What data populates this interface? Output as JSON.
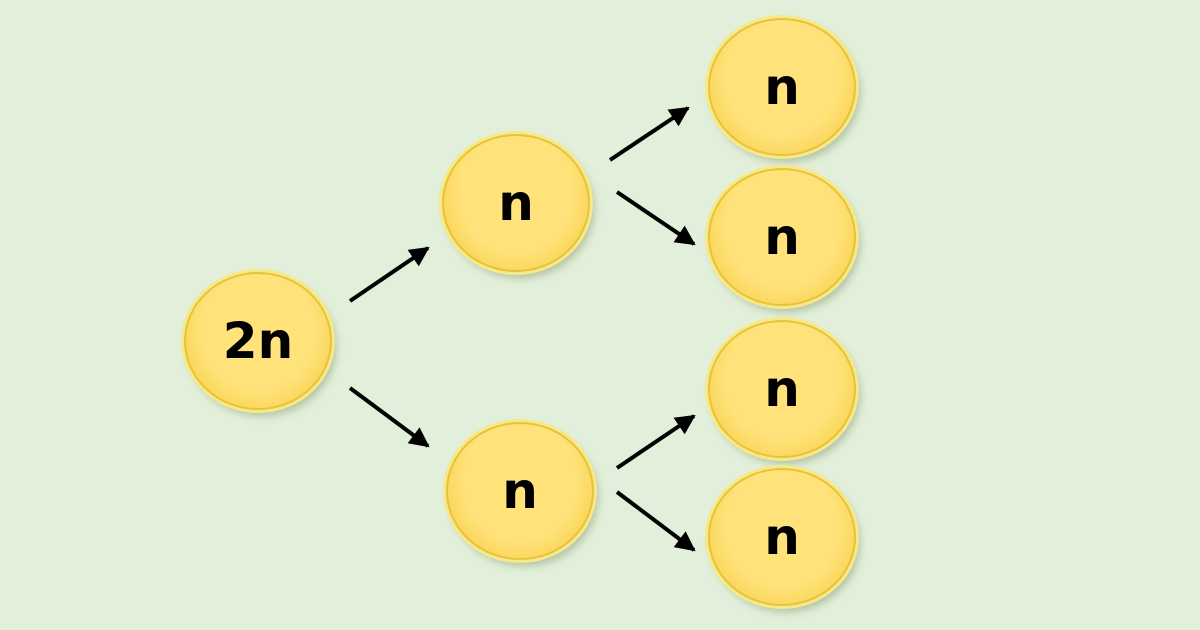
{
  "diagram": {
    "parent": {
      "label": "2n"
    },
    "first_division": [
      {
        "label": "n"
      },
      {
        "label": "n"
      }
    ],
    "second_division": [
      {
        "label": "n"
      },
      {
        "label": "n"
      },
      {
        "label": "n"
      },
      {
        "label": "n"
      }
    ]
  },
  "colors": {
    "background": "#e2efda",
    "cell_fill": "#ffe27a",
    "cell_border": "#e6c435",
    "arrow": "#000000",
    "text": "#000000"
  }
}
